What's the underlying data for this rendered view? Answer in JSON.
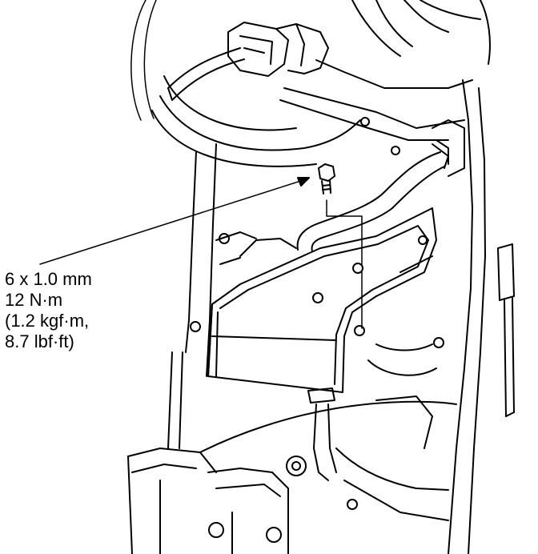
{
  "callout": {
    "size": "6 x 1.0 mm",
    "torque_nm": "12 N·m",
    "torque_kgf": "(1.2 kgf·m,",
    "torque_lbf": "8.7 lbf·ft)"
  },
  "colors": {
    "line": "#000000",
    "background": "#ffffff"
  }
}
